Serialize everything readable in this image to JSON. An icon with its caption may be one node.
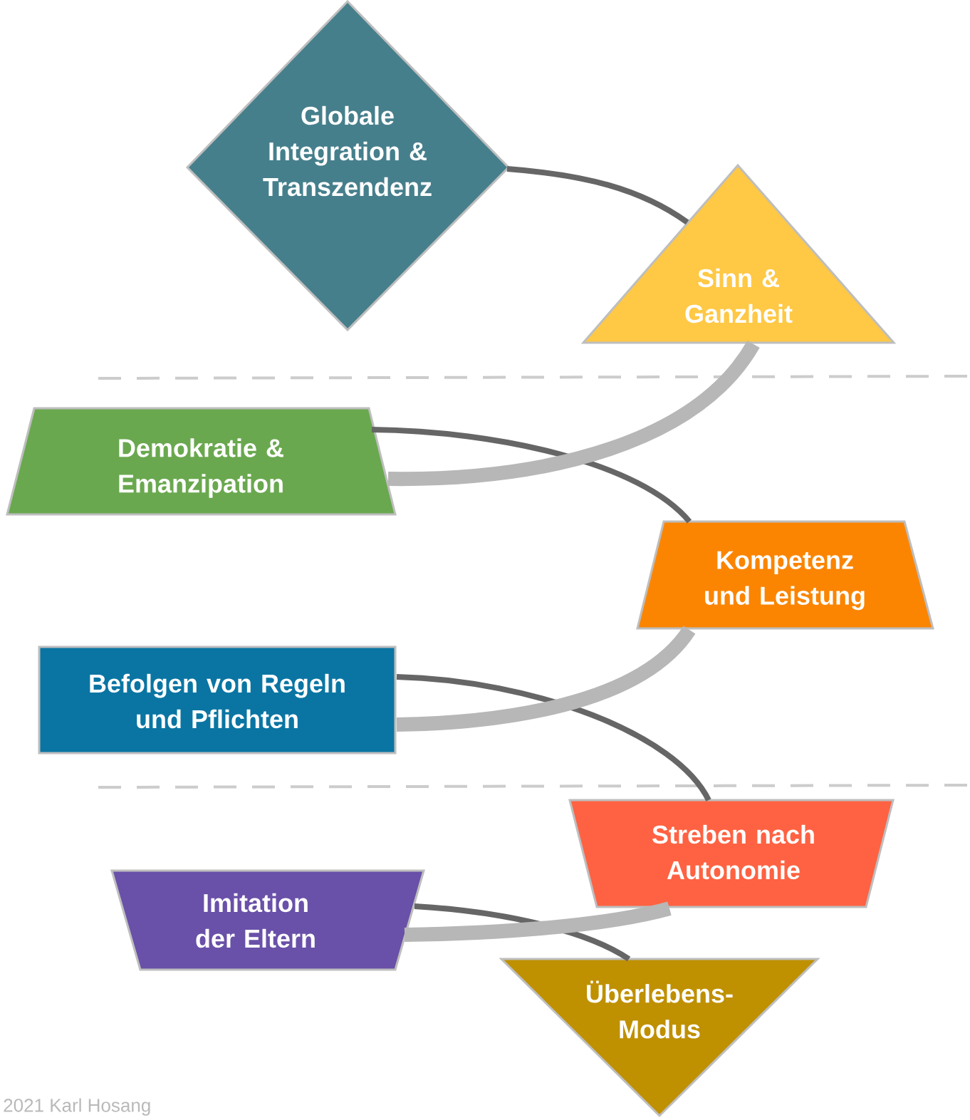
{
  "diagram": {
    "nodes": [
      {
        "text": [
          "Globale Integration & Transzendenz"
        ]
      },
      {
        "text": [
          "Sinn & Ganzheit"
        ]
      },
      {
        "text": [
          "Demokratie & Emanzipation"
        ]
      },
      {
        "text": [
          "Kompetenz und Leistung"
        ]
      },
      {
        "text": [
          "Befolgen von Regeln und Pflichten"
        ]
      },
      {
        "text": [
          "Streben nach Autonomie"
        ]
      },
      {
        "text": [
          "Imitation der Eltern"
        ]
      },
      {
        "text": [
          "Überlebens-Modus"
        ]
      }
    ],
    "edges": [
      {
        "from": 0,
        "to": 1,
        "arrow": "none"
      },
      {
        "from": 1,
        "to": 2,
        "arrow": "none",
        "style": "thick",
        "color": "#b7b7b7"
      },
      {
        "from": 2,
        "to": 3,
        "arrow": "none"
      },
      {
        "from": 3,
        "to": 4,
        "arrow": "none",
        "style": "thick",
        "color": "#b7b7b7"
      },
      {
        "from": 4,
        "to": 5,
        "arrow": "none"
      },
      {
        "from": 5,
        "to": 6,
        "arrow": "none",
        "style": "thick",
        "color": "#b7b7b7"
      },
      {
        "from": 6,
        "to": 7,
        "arrow": "none"
      }
    ],
    "labels": [
      "2021 Karl Hosang"
    ]
  }
}
